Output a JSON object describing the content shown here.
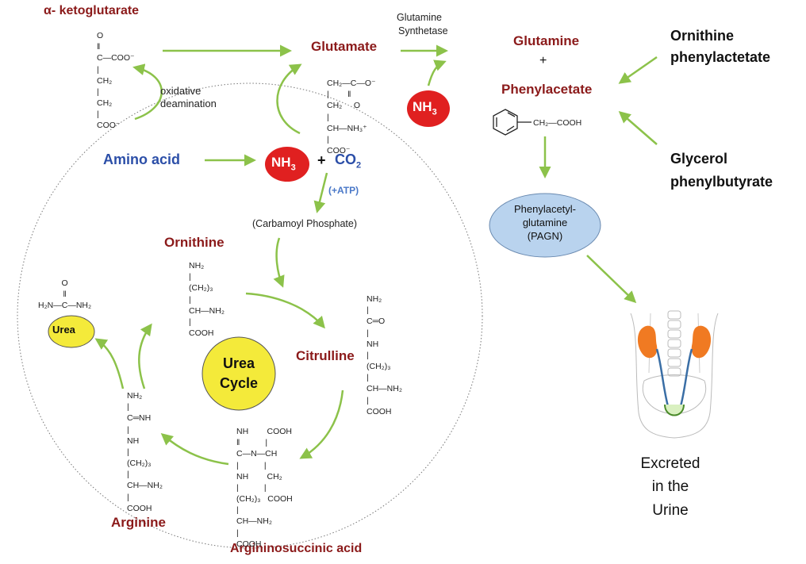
{
  "labels": {
    "alpha_ketoglutarate": "α- ketoglutarate",
    "oxidative_deamination_1": "oxidative",
    "oxidative_deamination_2": "deamination",
    "glutamate": "Glutamate",
    "glutamine_synthetase_1": "Glutamine",
    "glutamine_synthetase_2": "Synthetase",
    "nh3": "NH",
    "nh3_sub": "3",
    "glutamine": "Glutamine",
    "plus": "+",
    "phenylacetate": "Phenylacetate",
    "ornithine_phenylacetate_1": "Ornithine",
    "ornithine_phenylacetate_2": "phenylactetate",
    "glycerol_phenylbutyrate_1": "Glycerol",
    "glycerol_phenylbutyrate_2": "phenylbutyrate",
    "amino_acid": "Amino acid",
    "co2": "CO",
    "co2_sub": "2",
    "atp": "(+ATP)",
    "carbamoyl_phosphate": "(Carbamoyl Phosphate)",
    "pagn_1": "Phenylacetyl-",
    "pagn_2": "glutamine",
    "pagn_3": "(PAGN)",
    "ornithine": "Ornithine",
    "urea": "Urea",
    "urea_cycle_1": "Urea",
    "urea_cycle_2": "Cycle",
    "citrulline": "Citrulline",
    "arginine": "Arginine",
    "argininosuccinic_acid": "Argininosuccinic acid",
    "excreted_1": "Excreted",
    "excreted_2": "in the",
    "excreted_3": "Urine"
  },
  "structures": {
    "akg": "O\n‖\nC—COO⁻\n|\nCH₂\n|\nCH₂\n|\nCOO⁻",
    "glutamate": "CH₂—C—O⁻\n|        ‖\nCH₂     O\n|\nCH—NH₃⁺\n|\nCOO⁻",
    "phenylacetate": "CH₂—COOH",
    "urea": "O\n‖\nH₂N—C—NH₂",
    "ornithine": "NH₂\n|\n(CH₂)₃\n|\nCH—NH₂\n|\nCOOH",
    "citrulline": "NH₂\n|\nC═O\n|\nNH\n|\n(CH₂)₃\n|\nCH—NH₂\n|\nCOOH",
    "arginine": "NH₂\n|\nC═NH\n|\nNH\n|\n(CH₂)₃\n|\nCH—NH₂\n|\nCOOH",
    "argininosuccinate": "NH        COOH\n‖           |\nC—N—CH\n|           |\nNH        CH₂\n|           |\n(CH₂)₃   COOH\n|\nCH—NH₂\n|\nCOOH"
  },
  "colors": {
    "arrow": "#8cc24a",
    "red_label": "#8b1a1a",
    "blue_label": "#2c4fa8",
    "nh3_fill": "#e02020",
    "urea_fill": "#f4ea3a",
    "pagn_fill": "#b9d3ee",
    "kidney": "#f07a22"
  }
}
